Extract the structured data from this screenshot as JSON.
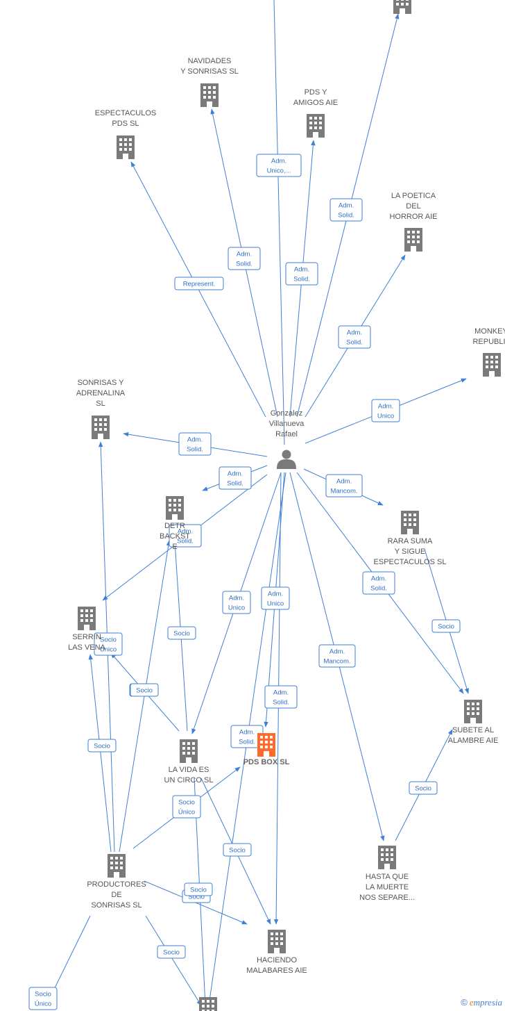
{
  "colors": {
    "edge": "#3f7fd6",
    "building": "#7a7a7a",
    "highlight": "#ff6a2b",
    "person": "#7a7a7a"
  },
  "nodes": [
    {
      "id": "person",
      "type": "person",
      "lines": [
        "Gonzalez",
        "Villanueva",
        "Rafael"
      ]
    },
    {
      "id": "espectaculos",
      "type": "company",
      "lines": [
        "ESPECTACULOS",
        "PDS  SL"
      ]
    },
    {
      "id": "navidades",
      "type": "company",
      "lines": [
        "NAVIDADES",
        "Y SONRISAS  SL"
      ]
    },
    {
      "id": "pdsamigos",
      "type": "company",
      "lines": [
        "PDS Y",
        "AMIGOS AIE"
      ]
    },
    {
      "id": "topright",
      "type": "company",
      "lines": []
    },
    {
      "id": "poetica",
      "type": "company",
      "lines": [
        "LA POETICA",
        "DEL",
        "HORROR AIE"
      ]
    },
    {
      "id": "monkey",
      "type": "company",
      "lines": [
        "MONKEY'",
        "REPUBLIC"
      ]
    },
    {
      "id": "sonrisas",
      "type": "company",
      "lines": [
        "SONRISAS Y",
        "ADRENALINA",
        "SL"
      ]
    },
    {
      "id": "detras",
      "type": "company",
      "lines": [
        "DETR",
        "BACKST",
        "E"
      ]
    },
    {
      "id": "rarasuma",
      "type": "company",
      "lines": [
        "RARA SUMA",
        "Y SIGUE",
        "ESPECTACULOS SL"
      ]
    },
    {
      "id": "serrin",
      "type": "company",
      "lines": [
        "SERRIN",
        "LAS VENA"
      ]
    },
    {
      "id": "subete",
      "type": "company",
      "lines": [
        "SUBETE AL",
        "ALAMBRE AIE"
      ]
    },
    {
      "id": "lavida",
      "type": "company",
      "lines": [
        "LA VIDA ES",
        "UN CIRCO  SL"
      ]
    },
    {
      "id": "pdsbox",
      "type": "company",
      "highlight": true,
      "lines": [
        "PDS BOX  SL"
      ]
    },
    {
      "id": "hastaque",
      "type": "company",
      "lines": [
        "HASTA QUE",
        "LA MUERTE",
        "NOS SEPARE..."
      ]
    },
    {
      "id": "productores",
      "type": "company",
      "lines": [
        "PRODUCTORES",
        "DE",
        "SONRISAS  SL"
      ]
    },
    {
      "id": "haciendo",
      "type": "company",
      "lines": [
        "HACIENDO",
        "MALABARES AIE"
      ]
    },
    {
      "id": "bottom",
      "type": "company",
      "lines": []
    }
  ],
  "edges": [
    {
      "from": "person",
      "to": "top",
      "label": [
        "Adm.",
        "Unico,..."
      ]
    },
    {
      "from": "person",
      "to": "espectaculos",
      "label": [
        "Represent."
      ]
    },
    {
      "from": "person",
      "to": "navidades",
      "label": [
        "Adm.",
        "Solid."
      ]
    },
    {
      "from": "person",
      "to": "pdsamigos",
      "label": [
        "Adm.",
        "Solid."
      ]
    },
    {
      "from": "person",
      "to": "topright",
      "label": [
        "Adm.",
        "Solid."
      ]
    },
    {
      "from": "person",
      "to": "poetica",
      "label": [
        "Adm.",
        "Solid."
      ]
    },
    {
      "from": "person",
      "to": "monkey",
      "label": [
        "Adm.",
        "Unico"
      ]
    },
    {
      "from": "person",
      "to": "sonrisas",
      "label": [
        "Adm.",
        "Solid."
      ]
    },
    {
      "from": "person",
      "to": "detras",
      "label": [
        "Adm.",
        "Solid."
      ]
    },
    {
      "from": "person",
      "to": "serrin",
      "label": [
        "Adm.",
        "Solid."
      ]
    },
    {
      "from": "person",
      "to": "rarasuma",
      "label": [
        "Adm.",
        "Mancom."
      ]
    },
    {
      "from": "person",
      "to": "subete",
      "label": [
        "Adm.",
        "Solid."
      ]
    },
    {
      "from": "person",
      "to": "lavida",
      "label": [
        "Adm.",
        "Unico"
      ]
    },
    {
      "from": "person",
      "to": "pdsbox",
      "label": [
        "Adm.",
        "Unico"
      ]
    },
    {
      "from": "person",
      "to": "haciendo",
      "label": [
        "Adm.",
        "Solid."
      ]
    },
    {
      "from": "person",
      "to": "bottom",
      "label": [
        "Adm.",
        "Solid."
      ]
    },
    {
      "from": "person",
      "to": "hastaque",
      "label": [
        "Adm.",
        "Mancom."
      ]
    },
    {
      "from": "rarasuma",
      "to": "subete",
      "label": [
        "Socio"
      ]
    },
    {
      "from": "hastaque",
      "to": "subete",
      "label": [
        "Socio"
      ]
    },
    {
      "from": "lavida",
      "to": "detras",
      "label": [
        "Socio"
      ]
    },
    {
      "from": "lavida",
      "to": "serrin",
      "label": [
        "Socio"
      ]
    },
    {
      "from": "productores",
      "to": "serrin",
      "label": [
        "Socio"
      ]
    },
    {
      "from": "productores",
      "to": "sonrisas",
      "label": [
        "Socio",
        "Único"
      ]
    },
    {
      "from": "productores",
      "to": "detras",
      "label": [
        "Socio"
      ]
    },
    {
      "from": "productores",
      "to": "pdsbox",
      "label": [
        "Socio",
        "Único"
      ]
    },
    {
      "from": "productores",
      "to": "haciendo",
      "label": [
        "Socio"
      ]
    },
    {
      "from": "productores",
      "to": "bottom",
      "label": [
        "Socio"
      ]
    },
    {
      "from": "lavida",
      "to": "haciendo",
      "label": [
        "Socio"
      ]
    },
    {
      "from": "lavida",
      "to": "bottom",
      "label": [
        "Socio"
      ]
    },
    {
      "from": "productores",
      "to": "offbottom",
      "label": [
        "Socio",
        "Único"
      ]
    }
  ],
  "footer": {
    "copyright": "©",
    "brand_initial": "e",
    "brand_rest": "mpresia"
  }
}
